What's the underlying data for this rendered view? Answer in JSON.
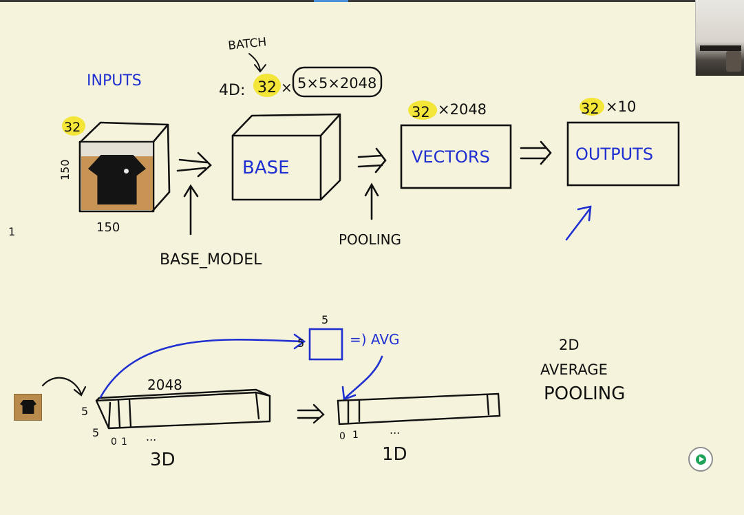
{
  "diagram": {
    "batch_label": "BATCH",
    "shape_prefix": "4D:",
    "shape_batch": "32",
    "shape_times": "×",
    "shape_tail": "5×5×2048",
    "inputs_label": "INPUTS",
    "inputs_batch": "32",
    "inputs_height": "150",
    "inputs_width": "150",
    "base_label": "BASE",
    "base_model_label": "BASE_MODEL",
    "vectors_label": "VECTORS",
    "vectors_batch": "32",
    "vectors_dim": "×2048",
    "pooling_label": "POOLING",
    "outputs_label": "OUTPUTS",
    "outputs_batch": "32",
    "outputs_dim": "×10",
    "channels_label": "2048",
    "tensor_h": "5",
    "tensor_w": "5",
    "idx0": "0",
    "idx1": "1",
    "ellipsis": "...",
    "three_d_label": "3D",
    "one_d_label": "1D",
    "window_size_top": "5",
    "window_size_left": "5",
    "avg_label": "=) AVG",
    "pool_title_1": "2D",
    "pool_title_2": "AVERAGE",
    "pool_title_3": "POOLING",
    "margin_mark": "1"
  },
  "colors": {
    "ink": "#111111",
    "blue_ink": "#1f2fd0",
    "highlight": "#f2e31b",
    "paper": "#f5f3dc"
  },
  "icons": [
    "webcam-feed",
    "play-icon"
  ]
}
